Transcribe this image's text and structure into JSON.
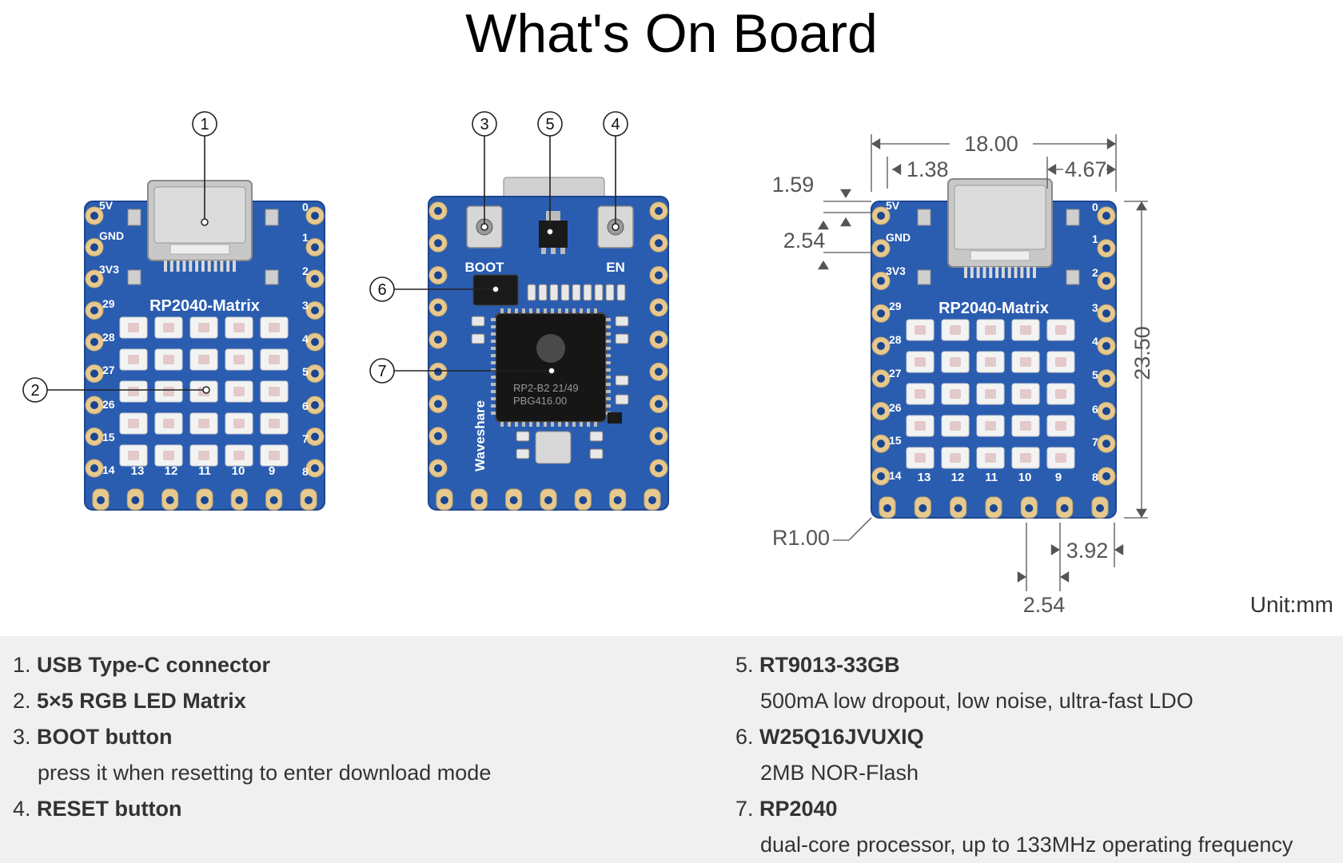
{
  "title": "What's On Board",
  "board_labels": {
    "board_name": "RP2040-Matrix",
    "brand": "Waveshare",
    "boot": "BOOT",
    "en": "EN",
    "chip_line1": "RP2-B2  21/49",
    "chip_line2": "PBG416.00",
    "pins_left": [
      "5V",
      "GND",
      "3V3",
      "29",
      "28",
      "27",
      "26",
      "15",
      "14"
    ],
    "pins_right": [
      "0",
      "1",
      "2",
      "3",
      "4",
      "5",
      "6",
      "7",
      "8"
    ],
    "pins_bottom": [
      "13",
      "12",
      "11",
      "10",
      "9"
    ]
  },
  "callouts": [
    "1",
    "2",
    "3",
    "4",
    "5",
    "6",
    "7"
  ],
  "dimensions": {
    "width": "18.00",
    "left_offset": "1.38",
    "right_offset": "4.67",
    "edge": "1.59",
    "pitch_left": "2.54",
    "height": "23.50",
    "radius": "R1.00",
    "bottom_offset": "3.92",
    "pitch_bottom": "2.54",
    "unit": "Unit:mm"
  },
  "legend": {
    "left": [
      {
        "num": "1.",
        "name": "USB Type-C connector",
        "desc": ""
      },
      {
        "num": "2.",
        "name": "5×5 RGB LED Matrix",
        "desc": ""
      },
      {
        "num": "3.",
        "name": "BOOT button",
        "desc": "press it when resetting to enter download mode"
      },
      {
        "num": "4.",
        "name": "RESET button",
        "desc": ""
      }
    ],
    "right": [
      {
        "num": "5.",
        "name": "RT9013-33GB",
        "desc": "500mA low dropout, low noise, ultra-fast LDO"
      },
      {
        "num": "6.",
        "name": "W25Q16JVUXIQ",
        "desc": "2MB NOR-Flash"
      },
      {
        "num": "7.",
        "name": "RP2040",
        "desc": "dual-core processor, up to 133MHz operating frequency"
      }
    ]
  },
  "colors": {
    "pcb": "#2a5db0",
    "pcb_edge": "#1c4590",
    "pad": "#e6c98f",
    "silk": "#ffffff",
    "dim_line": "#555555",
    "legend_bg": "#f0f0f0"
  }
}
